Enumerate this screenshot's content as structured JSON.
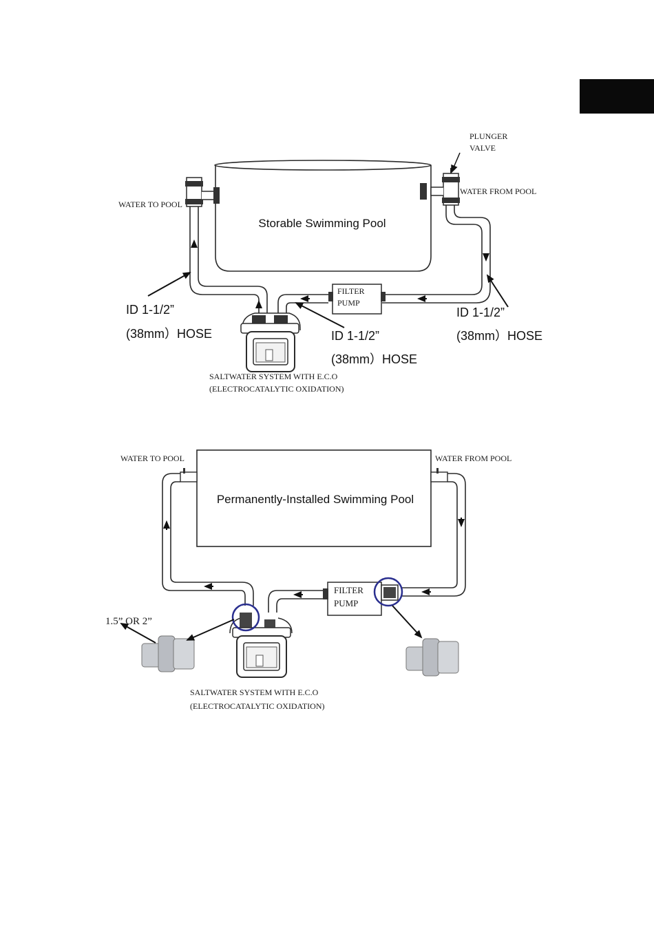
{
  "page_tab": {
    "color": "#0a0a0a"
  },
  "diagram1": {
    "pool_label": "Storable Swimming Pool",
    "plunger_valve_line1": "PLUNGER",
    "plunger_valve_line2": "VALVE",
    "water_to_pool": "WATER TO POOL",
    "water_from_pool": "WATER FROM POOL",
    "filter_line1": "FILTER",
    "filter_line2": "PUMP",
    "hose_left_line1": "ID 1-1/2”",
    "hose_left_line2": "(38mm）HOSE",
    "hose_mid_line1": "ID 1-1/2”",
    "hose_mid_line2": "(38mm）HOSE",
    "hose_right_line1": "ID 1-1/2”",
    "hose_right_line2": "(38mm）HOSE",
    "system_line1": "SALTWATER SYSTEM WITH E.C.O",
    "system_line2": "(ELECTROCATALYTIC OXIDATION)"
  },
  "diagram2": {
    "pool_label": "Permanently-Installed Swimming Pool",
    "water_to_pool": "WATER TO POOL",
    "water_from_pool": "WATER FROM POOL",
    "filter_line1": "FILTER",
    "filter_line2": "PUMP",
    "fitting_size": "1.5” OR  2”",
    "system_line1": "SALTWATER SYSTEM WITH E.C.O",
    "system_line2": "(ELECTROCATALYTIC OXIDATION)",
    "highlight_color": "#2a2f8f"
  }
}
